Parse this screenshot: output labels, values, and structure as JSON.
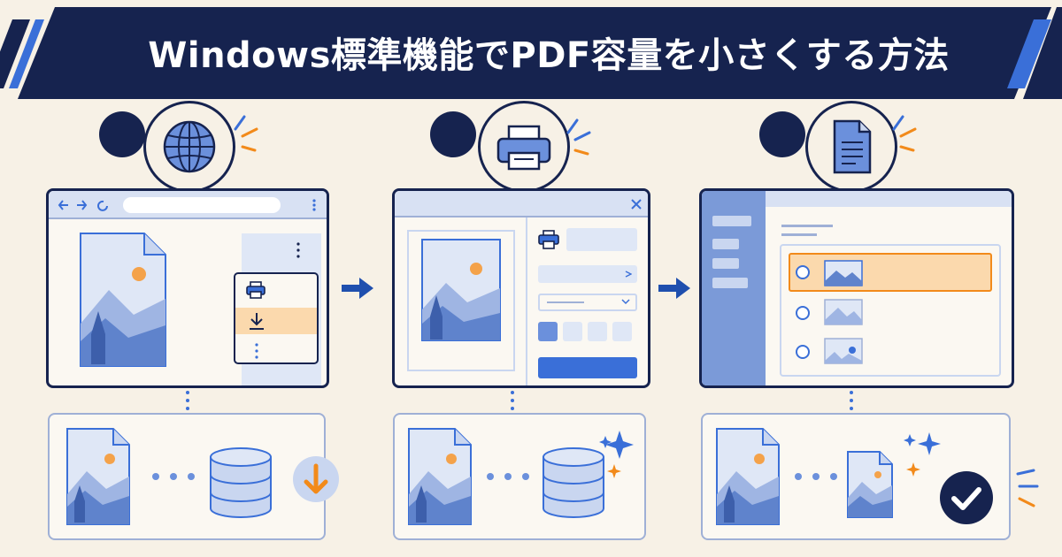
{
  "header": {
    "title": "Windows標準機能でPDF容量を小さくする方法"
  },
  "colors": {
    "navy": "#16234f",
    "accent_blue": "#3a6fd8",
    "light_blue": "#c9d6f0",
    "orange": "#f28a1a",
    "highlight": "#fbd9ad",
    "background": "#f7f1e6"
  },
  "steps": [
    {
      "icon": "globe-icon",
      "window": "browser-window",
      "menu_icons": [
        "printer-icon",
        "download-icon",
        "more-icon"
      ],
      "bottom_icons": [
        "document-icon",
        "database-icon",
        "download-arrow-icon"
      ]
    },
    {
      "icon": "printer-icon",
      "window": "print-dialog",
      "bottom_icons": [
        "document-icon",
        "database-icon",
        "sparkle-icon"
      ]
    },
    {
      "icon": "file-icon",
      "window": "options-window",
      "bottom_icons": [
        "document-icon",
        "small-document-icon",
        "check-icon"
      ]
    }
  ]
}
